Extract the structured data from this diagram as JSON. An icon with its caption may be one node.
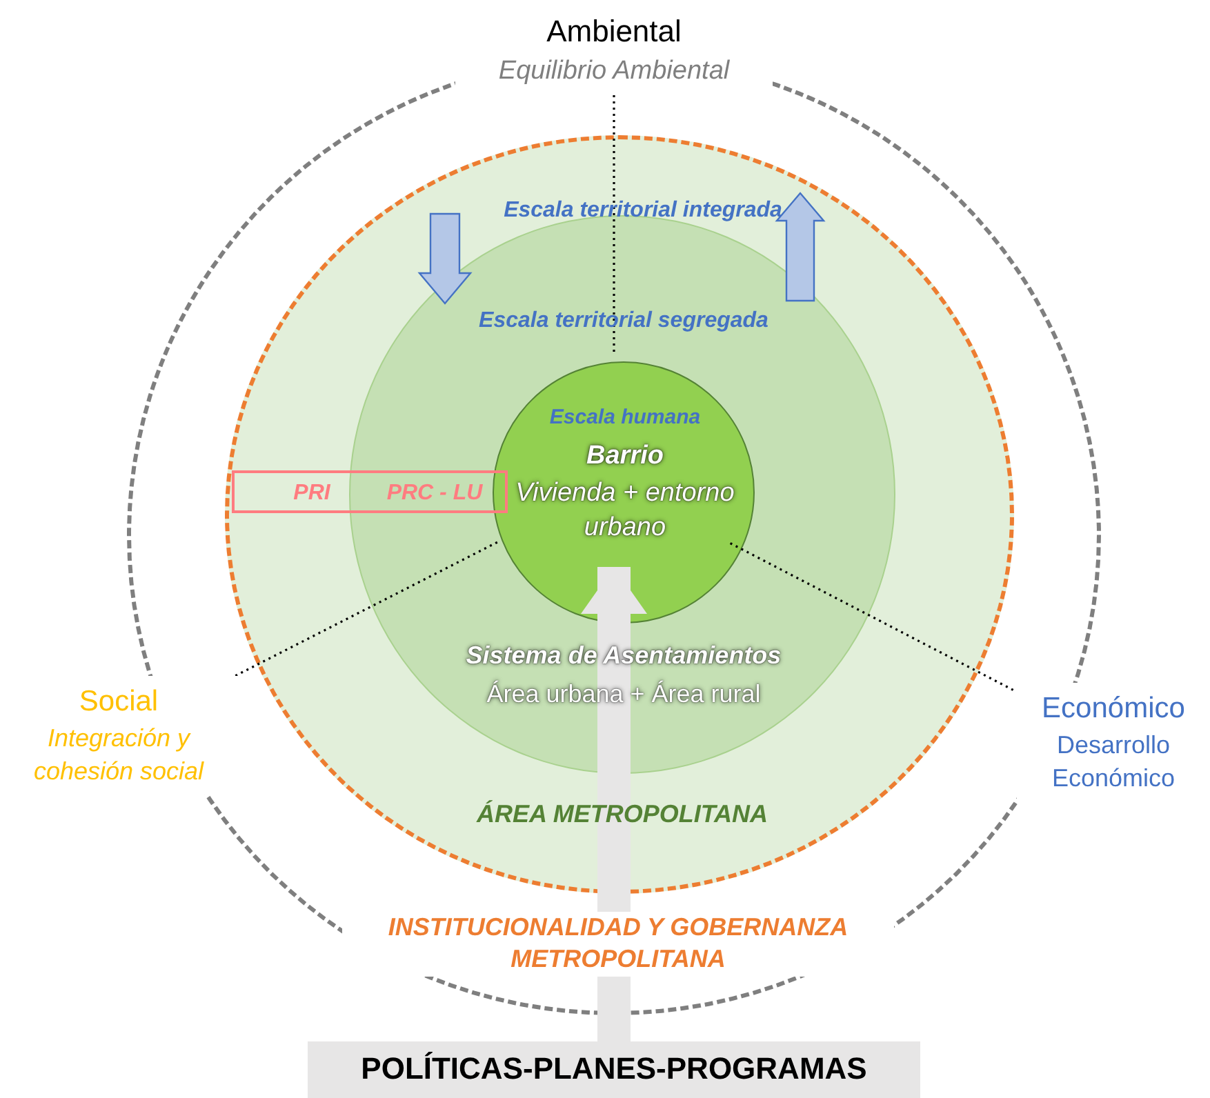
{
  "diagram": {
    "nodes": [
      {
        "text": [
          "INSTITUCIONALIDAD Y GOBERNANZA METROPOLITANA"
        ]
      },
      {
        "text": [
          "Escala territorial integrada",
          "ÁREA METROPOLITANA"
        ],
        "in": 0
      },
      {
        "text": [
          "Escala territorial segregada",
          "Sistema de Asentamientos",
          "Área urbana + Área rural"
        ],
        "in": 1
      },
      {
        "text": [
          "Escala humana",
          "Barrio",
          "Vivienda + entorno urbano"
        ],
        "in": 2
      },
      {
        "text": [
          "PRI",
          "PRC - LU"
        ],
        "in": 1
      },
      {
        "text": [
          "Ambiental",
          "Equilibrio Ambiental"
        ]
      },
      {
        "text": [
          "Social",
          "Integración y cohesión social"
        ]
      },
      {
        "text": [
          "Económico",
          "Desarrollo Económico"
        ]
      },
      {
        "text": [
          "POLÍTICAS-PLANES-PROGRAMAS"
        ]
      }
    ],
    "edges": [
      {
        "from": 8,
        "to": 3,
        "arrow": "to",
        "style": "thick",
        "color": "#e7e6e6"
      },
      {
        "from": 3,
        "to": 5,
        "arrow": "none",
        "style": "dashed"
      },
      {
        "from": 3,
        "to": 6,
        "arrow": "none",
        "style": "dashed"
      },
      {
        "from": 3,
        "to": 7,
        "arrow": "none",
        "style": "dashed"
      }
    ]
  }
}
